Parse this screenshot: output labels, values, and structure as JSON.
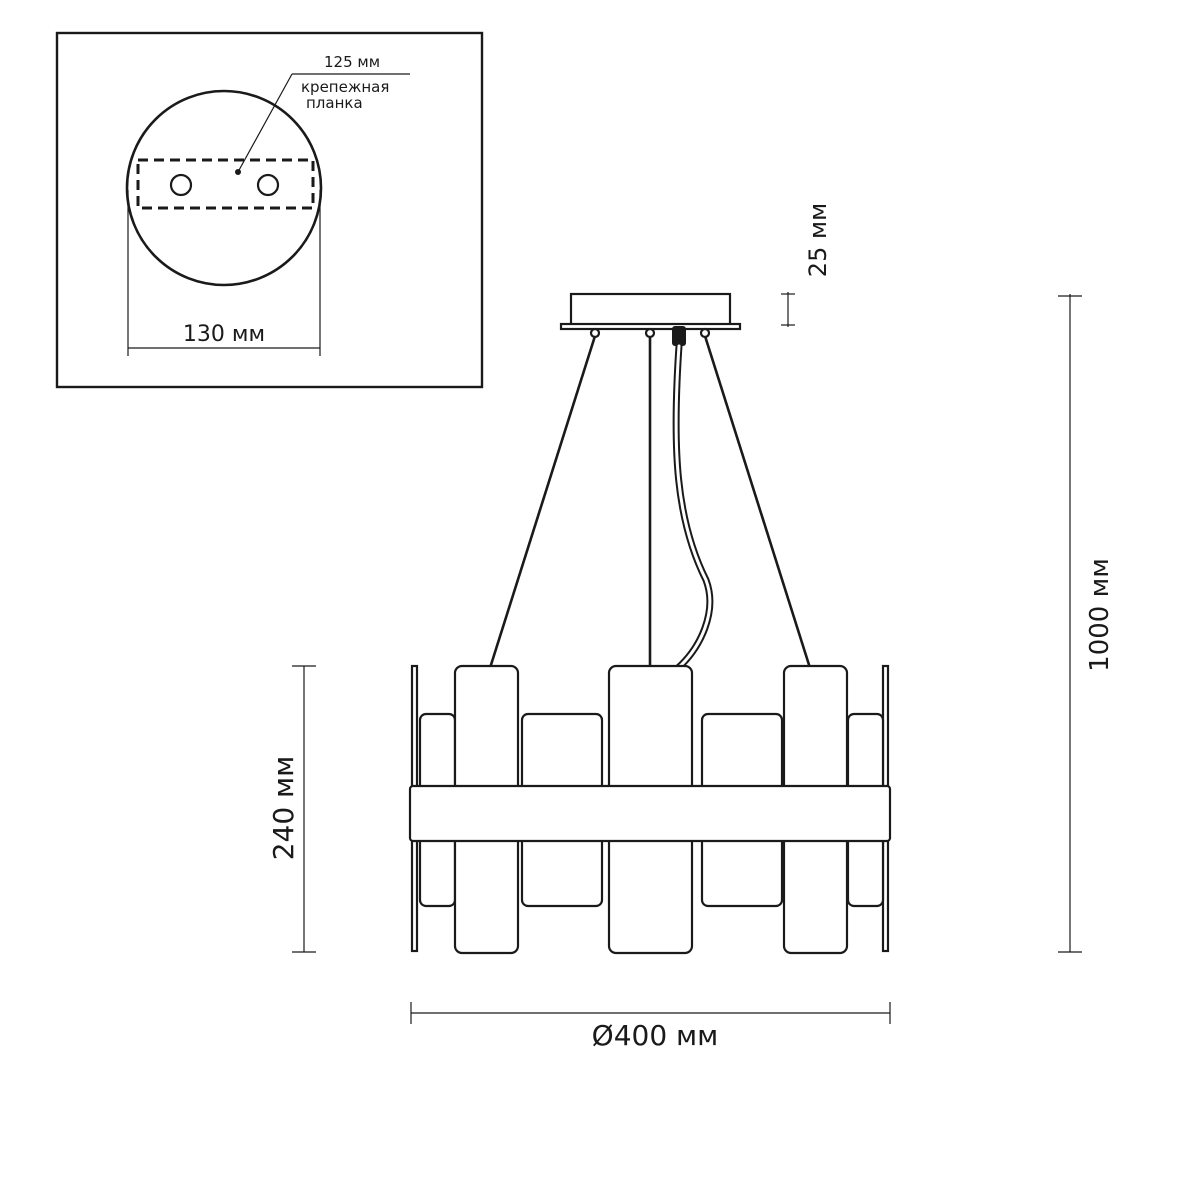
{
  "inset": {
    "plate_offset_label": "125 мм",
    "mount_label_line1": "крепежная",
    "mount_label_line2": "планка",
    "canopy_diameter_label": "130 мм"
  },
  "dimensions": {
    "canopy_height_label": "25 мм",
    "total_height_label": "1000 мм",
    "shade_height_label": "240 мм",
    "diameter_label": "Ø400 мм"
  }
}
